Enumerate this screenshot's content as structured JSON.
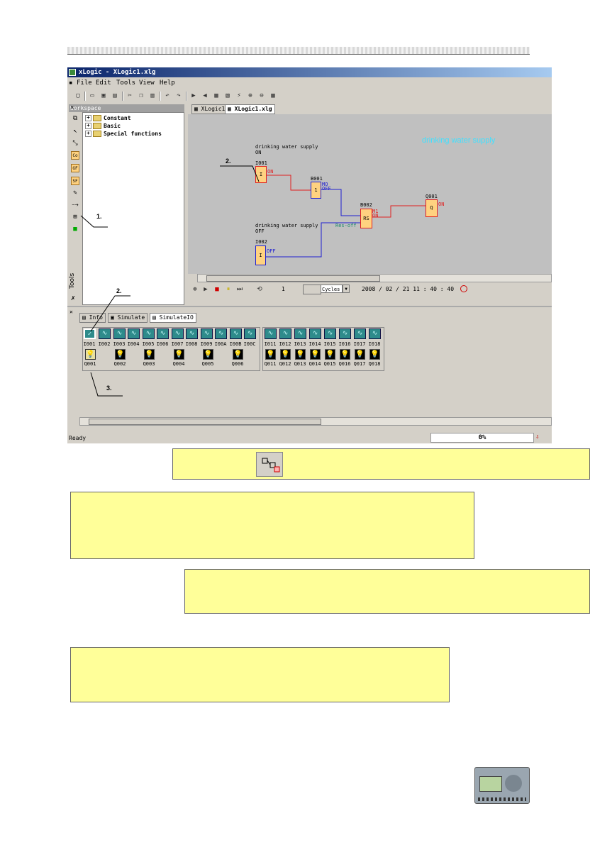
{
  "app": {
    "title": "xLogic - XLogic1.xlg",
    "menu": [
      "File",
      "Edit",
      "Tools",
      "View",
      "Help"
    ],
    "workspace_title": "Workspace",
    "tree_items": [
      "Constant",
      "Basic",
      "Special functions"
    ],
    "tools_label": "Tools",
    "doc_tabs": [
      "XLogic1",
      "XLogic1.xlg"
    ],
    "canvas": {
      "heading": "drinking water supply",
      "note_on": "drinking water supply",
      "note_on_state": "ON",
      "note_off": "drinking water supply",
      "note_off_state": "OFF",
      "blocks": {
        "i001_name": "I001",
        "i001_sym": "I",
        "i001_state": "ON",
        "b001_name": "B001",
        "b001_sym": "1",
        "b001_state": "MO",
        "b001_state2": "OFF",
        "b002_name": "B002",
        "b002_sym": "RS",
        "b002_state": "M1",
        "b002_state2": "ON",
        "q001_name": "Q001",
        "q001_sym": "Q",
        "q001_state": "ON",
        "i002_name": "I002",
        "i002_sym": "I",
        "i002_state": "OFF",
        "reset_label": "Res-off"
      }
    },
    "sim": {
      "cycles_value": "1",
      "cycles_unit": "Cycles",
      "datetime": "2008 / 02 / 21  11 : 40 : 40"
    },
    "bottom_tabs": [
      "Info",
      "Simulate",
      "SimulateIO"
    ],
    "inputs_a": [
      "I001",
      "I002",
      "I003",
      "I004",
      "I005",
      "I006",
      "I007",
      "I008",
      "I009",
      "I00A",
      "I00B",
      "I00C"
    ],
    "inputs_b": [
      "I011",
      "I012",
      "I013",
      "I014",
      "I015",
      "I016",
      "I017",
      "I018"
    ],
    "outputs_a": [
      "Q001",
      "Q002",
      "Q003",
      "Q004",
      "Q005",
      "Q006"
    ],
    "outputs_b": [
      "Q011",
      "Q012",
      "Q013",
      "Q014",
      "Q015",
      "Q016",
      "Q017",
      "Q018"
    ],
    "status": {
      "text": "Ready",
      "progress": "0%"
    }
  },
  "callouts": {
    "one": "1.",
    "two_canvas": "2.",
    "two_panel": "2.",
    "three": "3."
  },
  "colors": {
    "block_fill": "#ffd280",
    "on_wire": "#e02020",
    "off_wire": "#2020d0",
    "io_teal": "#2e8b8b",
    "note_yellow": "#ffff99"
  }
}
